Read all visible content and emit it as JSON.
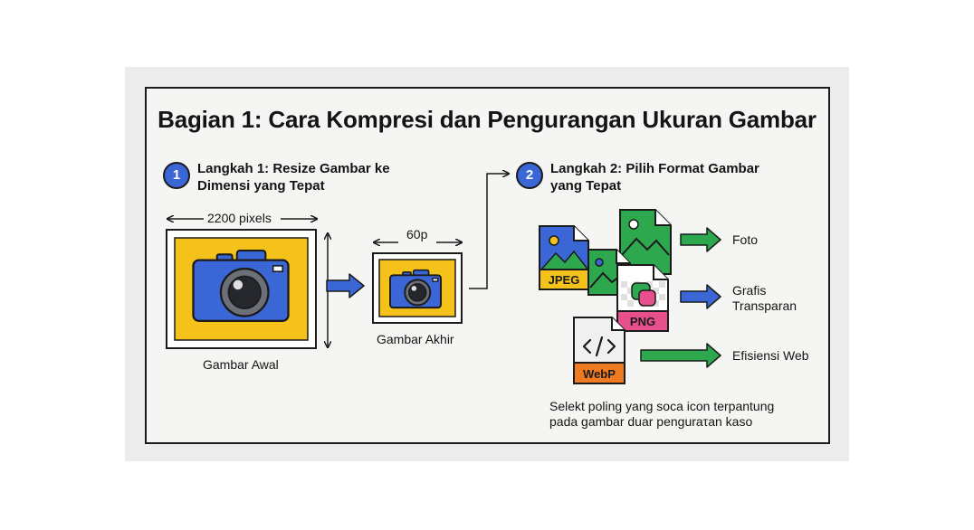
{
  "title": "Bagian 1: Cara Kompresi dan Pengurangan Ukuran Gambar",
  "step1": {
    "number": "1",
    "title": "Langkah 1: Resize Gambar ke Dimensi yang Tepat",
    "width_label": "2200 pixels",
    "small_width_label": "60p",
    "original_caption": "Gambar Awal",
    "final_caption": "Gambar Akhir"
  },
  "step2": {
    "number": "2",
    "title": "Langkah 2: Pilih Format Gambar yang Tepat",
    "formats": [
      {
        "badge": "JPEG",
        "use": "Foto",
        "badge_color": "#f4c21b",
        "arrow_color": "#2ea84f"
      },
      {
        "badge": "PNG",
        "use": "Grafis Transparan",
        "badge_color": "#e8508d",
        "arrow_color": "#3a66d6"
      },
      {
        "badge": "WebP",
        "use": "Efisiensi Web",
        "badge_color": "#ee7a24",
        "arrow_color": "#2ea84f"
      }
    ],
    "note": "Selekt poling yang soca icon terpantung pada gambar duar penguraτan kaso"
  },
  "colors": {
    "accent_blue": "#3a66d6",
    "yellow": "#f4c21b",
    "green": "#2ea84f",
    "pink": "#e8508d",
    "orange": "#ee7a24",
    "outline": "#1b1b1b"
  },
  "icons": [
    "camera-icon",
    "image-file-icon",
    "transparency-icon",
    "code-icon",
    "arrow-right-icon"
  ]
}
